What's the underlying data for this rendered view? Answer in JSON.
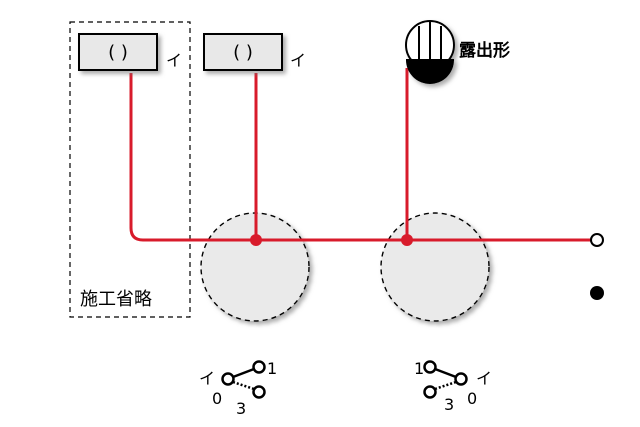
{
  "lamps": [
    {
      "text": "( )",
      "symbol": "イ"
    },
    {
      "text": "( )",
      "symbol": "イ"
    }
  ],
  "outlet": {
    "label": "露出形"
  },
  "omitted_area": {
    "label": "施工省略"
  },
  "switches": [
    {
      "letter": "イ",
      "terminal_1": "1",
      "terminal_0": "0",
      "terminal_3": "3"
    },
    {
      "letter": "イ",
      "terminal_1": "1",
      "terminal_0": "0",
      "terminal_3": "3"
    }
  ],
  "colors": {
    "wire": "#d81b2b",
    "box_fill": "#e8e8e8",
    "line": "#000000"
  }
}
